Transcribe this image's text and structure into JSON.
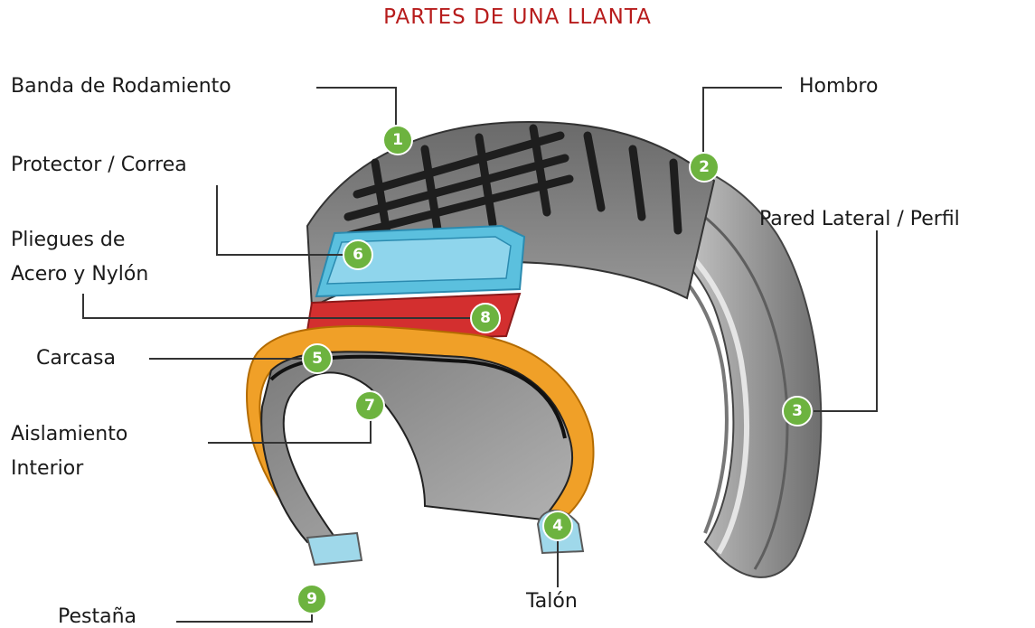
{
  "title": "PARTES DE UNA LLANTA",
  "parts": [
    {
      "id": "banda",
      "number": "1",
      "label": "Banda de Rodamiento"
    },
    {
      "id": "hombro",
      "number": "2",
      "label": "Hombro"
    },
    {
      "id": "pared",
      "number": "3",
      "label": "Pared Lateral / Perfil"
    },
    {
      "id": "talon",
      "number": "4",
      "label": "Talón"
    },
    {
      "id": "carcasa",
      "number": "5",
      "label": "Carcasa"
    },
    {
      "id": "protector",
      "number": "6",
      "label": "Protector / Correa"
    },
    {
      "id": "aislamiento",
      "number": "7",
      "label": [
        "Aislamiento",
        "Interior"
      ]
    },
    {
      "id": "pliegues",
      "number": "8",
      "label": [
        "Pliegues de",
        "Acero y Nylón"
      ]
    },
    {
      "id": "pestana",
      "number": "9",
      "label": "Pestaña"
    }
  ],
  "colors": {
    "title": "#b71c1c",
    "badge": "#6db33f",
    "leader": "#333333",
    "tire_dark": "#555555",
    "tire_mid": "#8a8a8a",
    "tire_light": "#c8c8c8",
    "belt_blue": "#5bc0de",
    "ply_red": "#d32f2f",
    "carcass_orange": "#f0a028"
  }
}
